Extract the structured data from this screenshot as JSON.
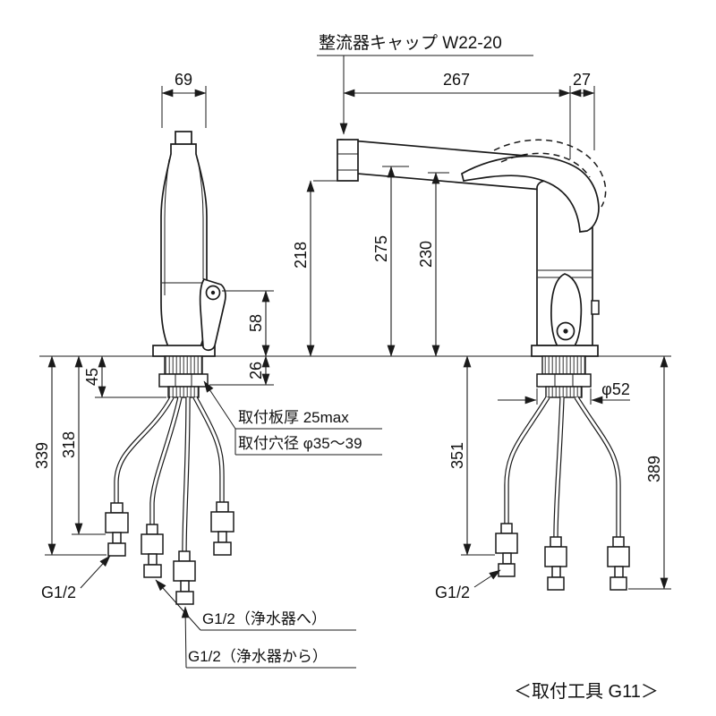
{
  "drawing": {
    "background": "#ffffff",
    "ink": "#1a1a1a",
    "top_label": {
      "rectifier_cap": "整流器キャップ W22-20"
    },
    "front_view": {
      "dim_width": "69",
      "dim_lever_height": "58",
      "dim_under_counter": "26",
      "dim_shank": "45",
      "dim_hose_long": "339",
      "dim_hose_short": "318",
      "note_plate": "取付板厚 25max",
      "note_hole": "取付穴径 φ35〜39",
      "label_g12": "G1/2",
      "label_to_purifier": "G1/2（浄水器へ）",
      "label_from_purifier": "G1/2（浄水器から）"
    },
    "side_view": {
      "dim_reach": "267",
      "dim_cap_offset": "27",
      "dim_spout_height": "218",
      "dim_total_height": "275",
      "dim_handle_height": "230",
      "dim_body_dia": "φ52",
      "dim_hose_left": "351",
      "dim_hose_right": "389",
      "label_g12": "G1/2"
    },
    "footer": {
      "tool_note": "＜取付工具 G11＞"
    }
  }
}
